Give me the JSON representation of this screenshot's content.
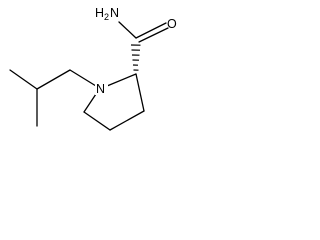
{
  "molecule": {
    "atoms": {
      "amide_n": {
        "main": "H",
        "sub": "2",
        "tail": "N"
      },
      "carbonyl_o": {
        "label": "O"
      },
      "ring_n": {
        "label": "N"
      }
    },
    "stereo": {
      "type": "hashed-wedge",
      "from": "alpha-carbon",
      "to": "carbonyl-carbon"
    },
    "colors": {
      "bond": "#000000",
      "background": "#ffffff"
    }
  }
}
